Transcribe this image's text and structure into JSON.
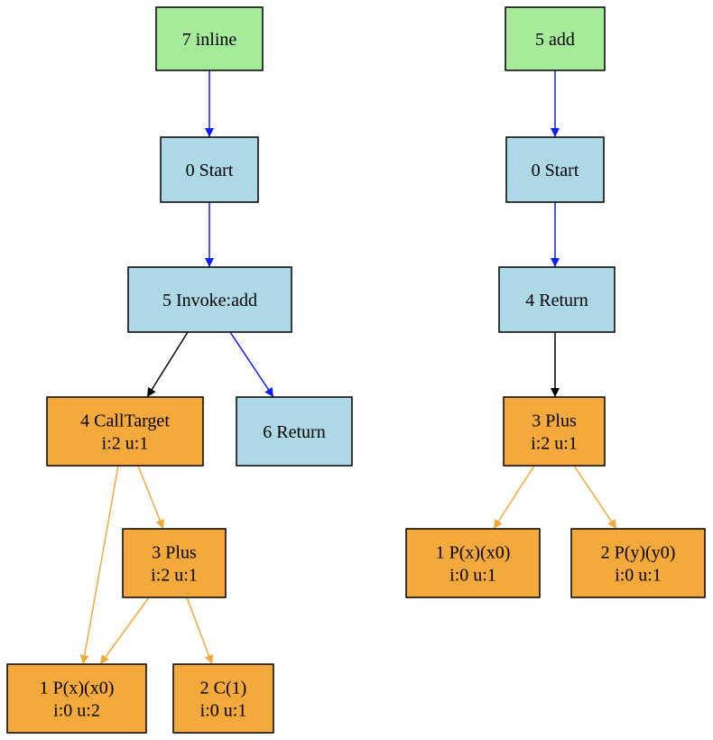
{
  "colors": {
    "root": "#a6eb9a",
    "control": "#add8e6",
    "data": "#f4a93c",
    "edge_control": "#0a1ef0",
    "edge_plain": "#000000",
    "edge_data": "#f0a93c"
  },
  "graphs": [
    {
      "nodes": [
        {
          "id": "inline",
          "lines": [
            "7 inline"
          ],
          "kind": "root"
        },
        {
          "id": "start1",
          "lines": [
            "0 Start"
          ],
          "kind": "control"
        },
        {
          "id": "invoke",
          "lines": [
            "5 Invoke:add"
          ],
          "kind": "control"
        },
        {
          "id": "calltarget",
          "lines": [
            "4 CallTarget",
            "i:2 u:1"
          ],
          "kind": "data"
        },
        {
          "id": "return6",
          "lines": [
            "6 Return"
          ],
          "kind": "control"
        },
        {
          "id": "plus3a",
          "lines": [
            "3 Plus",
            "i:2 u:1"
          ],
          "kind": "data"
        },
        {
          "id": "px1a",
          "lines": [
            "1 P(x)(x0)",
            "i:0 u:2"
          ],
          "kind": "data"
        },
        {
          "id": "c1",
          "lines": [
            "2 C(1)",
            "i:0 u:1"
          ],
          "kind": "data"
        }
      ],
      "edges": [
        {
          "from": "inline",
          "to": "start1",
          "type": "control"
        },
        {
          "from": "start1",
          "to": "invoke",
          "type": "control"
        },
        {
          "from": "invoke",
          "to": "calltarget",
          "type": "plain"
        },
        {
          "from": "invoke",
          "to": "return6",
          "type": "control"
        },
        {
          "from": "calltarget",
          "to": "plus3a",
          "type": "data"
        },
        {
          "from": "calltarget",
          "to": "px1a",
          "type": "data"
        },
        {
          "from": "plus3a",
          "to": "px1a",
          "type": "data"
        },
        {
          "from": "plus3a",
          "to": "c1",
          "type": "data"
        }
      ]
    },
    {
      "nodes": [
        {
          "id": "add",
          "lines": [
            "5 add"
          ],
          "kind": "root"
        },
        {
          "id": "start2",
          "lines": [
            "0 Start"
          ],
          "kind": "control"
        },
        {
          "id": "return4",
          "lines": [
            "4 Return"
          ],
          "kind": "control"
        },
        {
          "id": "plus3b",
          "lines": [
            "3 Plus",
            "i:2 u:1"
          ],
          "kind": "data"
        },
        {
          "id": "px1b",
          "lines": [
            "1 P(x)(x0)",
            "i:0 u:1"
          ],
          "kind": "data"
        },
        {
          "id": "py2",
          "lines": [
            "2 P(y)(y0)",
            "i:0 u:1"
          ],
          "kind": "data"
        }
      ],
      "edges": [
        {
          "from": "add",
          "to": "start2",
          "type": "control"
        },
        {
          "from": "start2",
          "to": "return4",
          "type": "control"
        },
        {
          "from": "return4",
          "to": "plus3b",
          "type": "plain"
        },
        {
          "from": "plus3b",
          "to": "px1b",
          "type": "data"
        },
        {
          "from": "plus3b",
          "to": "py2",
          "type": "data"
        }
      ]
    }
  ]
}
